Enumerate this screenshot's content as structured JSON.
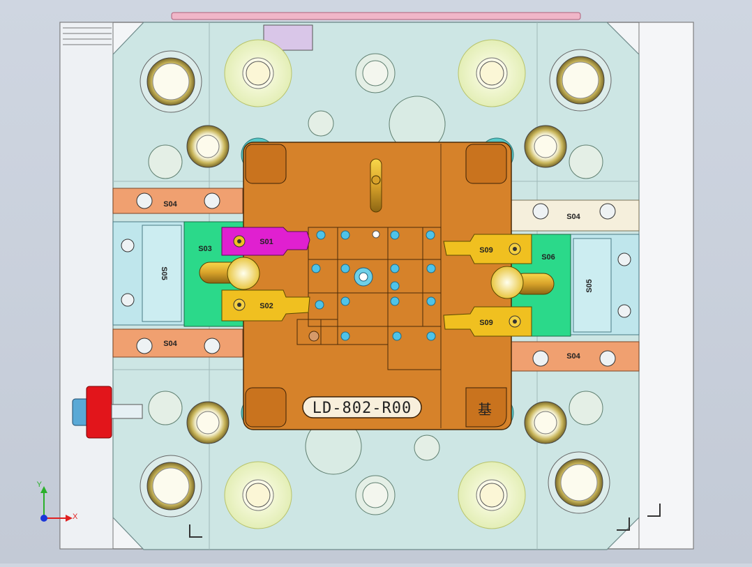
{
  "mold": {
    "id_label": "LD-802-R00",
    "corner_mark": "基"
  },
  "sliders": {
    "s01": "S01",
    "s02": "S02",
    "s03": "S03",
    "s04": "S04",
    "s05": "S05",
    "s06": "S06",
    "s09": "S09"
  },
  "axes": {
    "x": "X",
    "y": "Y"
  },
  "colors": {
    "plate": "#cde6e4",
    "insert": "#d6822a",
    "slider_orange": "#f0a070",
    "slider_green": "#2bd98a",
    "slider_cyan": "#bfe6ec",
    "s01": "#e020d0",
    "s02": "#f0c020",
    "s09": "#f0c020",
    "water_hole": "#4fc3e8"
  }
}
